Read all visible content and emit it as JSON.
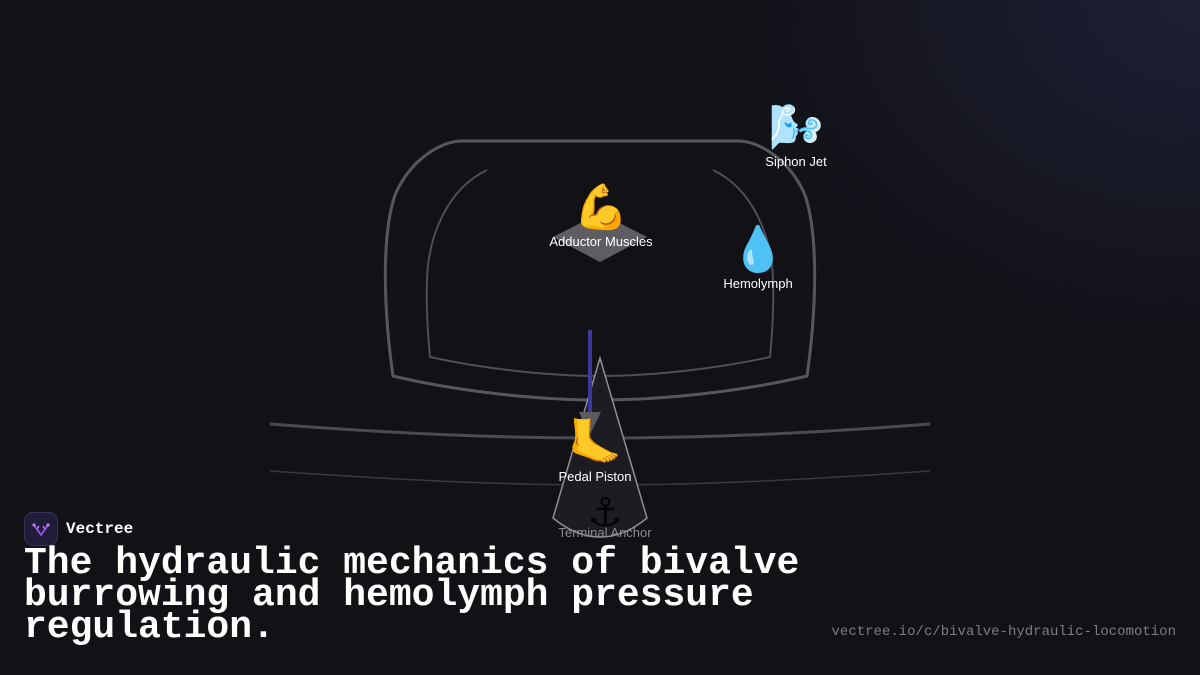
{
  "brand": {
    "name": "Vectree"
  },
  "title": "The hydraulic mechanics of bivalve burrowing and hemolymph pressure regulation.",
  "url": "vectree.io/c/bivalve-hydraulic-locomotion",
  "diagram": {
    "nodes": [
      {
        "id": "siphon-jet",
        "label": "Siphon Jet",
        "icon": "🌬️",
        "icon_name": "dashing-away-icon"
      },
      {
        "id": "adductor-muscles",
        "label": "Adductor Muscles",
        "icon": "💪",
        "icon_name": "flexed-biceps-icon"
      },
      {
        "id": "hemolymph",
        "label": "Hemolymph",
        "icon": "💧",
        "icon_name": "droplet-icon"
      },
      {
        "id": "pedal-piston",
        "label": "Pedal Piston",
        "icon": "🦶",
        "icon_name": "foot-icon"
      },
      {
        "id": "terminal-anchor",
        "label": "Terminal Anchor",
        "icon": "⚓",
        "icon_name": "anchor-icon"
      }
    ]
  },
  "colors": {
    "background": "#111116",
    "shell_outline": "#56565c",
    "arrow": "#3b3a9c",
    "brand_accent": "#a050e0"
  }
}
